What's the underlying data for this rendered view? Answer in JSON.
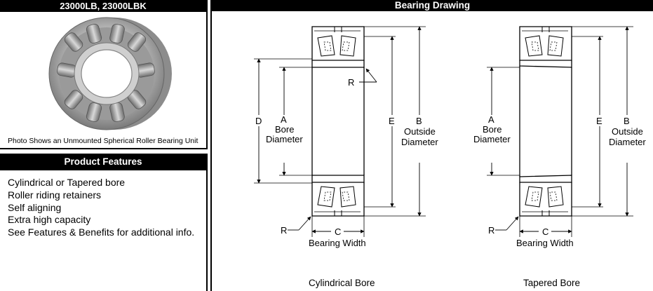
{
  "product": {
    "title": "23000LB, 23000LBK",
    "photo_caption": "Photo Shows an Unmounted Spherical Roller Bearing Unit"
  },
  "features": {
    "header": "Product Features",
    "items": [
      "Cylindrical or Tapered bore",
      "Roller riding retainers",
      "Self aligning",
      "Extra high capacity",
      "See Features & Benefits for additional info."
    ]
  },
  "drawing": {
    "header": "Bearing Drawing",
    "cylindrical": {
      "caption": "Cylindrical Bore",
      "labels": {
        "d": "D",
        "a": "A",
        "bore1": "Bore",
        "bore2": "Diameter",
        "e": "E",
        "b": "B",
        "od1": "Outside",
        "od2": "Diameter",
        "r_top": "R",
        "r_bottom": "R",
        "c": "C",
        "width": "Bearing Width"
      }
    },
    "tapered": {
      "caption": "Tapered Bore",
      "labels": {
        "a": "A",
        "bore1": "Bore",
        "bore2": "Diameter",
        "e": "E",
        "b": "B",
        "od1": "Outside",
        "od2": "Diameter",
        "r_bottom": "R",
        "c": "C",
        "width": "Bearing Width"
      }
    }
  }
}
